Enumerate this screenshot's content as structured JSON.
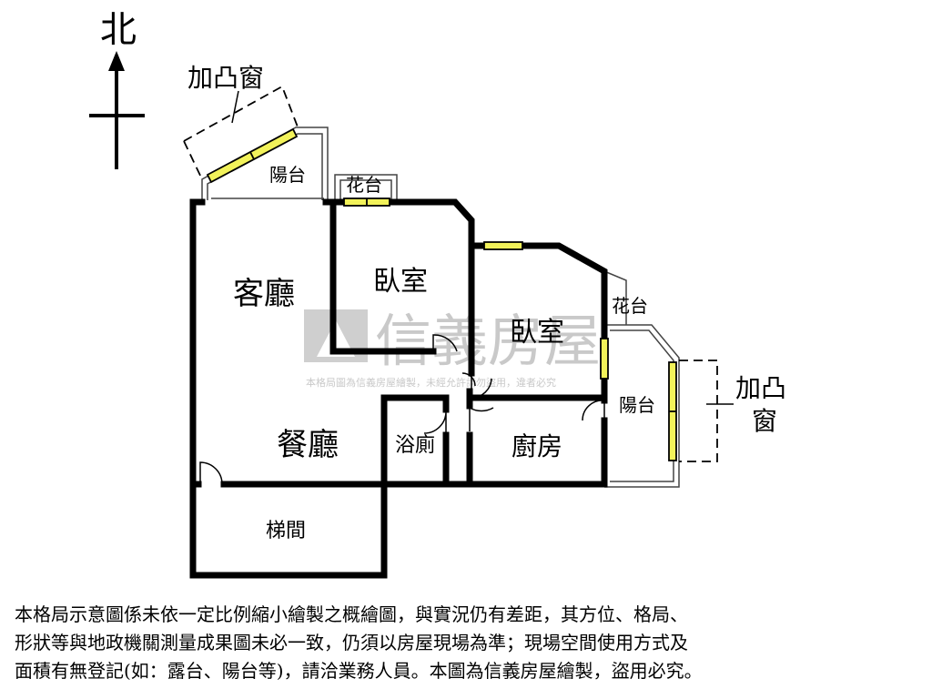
{
  "compass": {
    "north_label": "北"
  },
  "rooms": {
    "living_room": "客廳",
    "dining_room": "餐廳",
    "bedroom_1": "臥室",
    "bedroom_2": "臥室",
    "bathroom": "浴廁",
    "kitchen": "廚房",
    "stairwell": "梯間",
    "balcony_north": "陽台",
    "balcony_east": "陽台",
    "planter_north": "花台",
    "planter_east": "花台"
  },
  "bay_windows": {
    "north": "加凸窗",
    "east_line1": "加凸",
    "east_line2": "窗"
  },
  "watermark": {
    "brand": "信義房屋",
    "notice": "本格局圖為信義房屋繪製，未經允許請勿盜用，違者必究"
  },
  "colors": {
    "wall": "#000000",
    "window_fill": "#f2f25a",
    "watermark": "#c9c9c9"
  },
  "disclaimer": {
    "line1": "本格局示意圖係未依一定比例縮小繪製之概繪圖，與實況仍有差距，其方位、格局、",
    "line2": "形狀等與地政機關測量成果圖未必一致，仍須以房屋現場為準；現場空間使用方式及",
    "line3": "面積有無登記(如：露台、陽台等)，請洽業務人員。本圖為信義房屋繪製，盜用必究。"
  }
}
